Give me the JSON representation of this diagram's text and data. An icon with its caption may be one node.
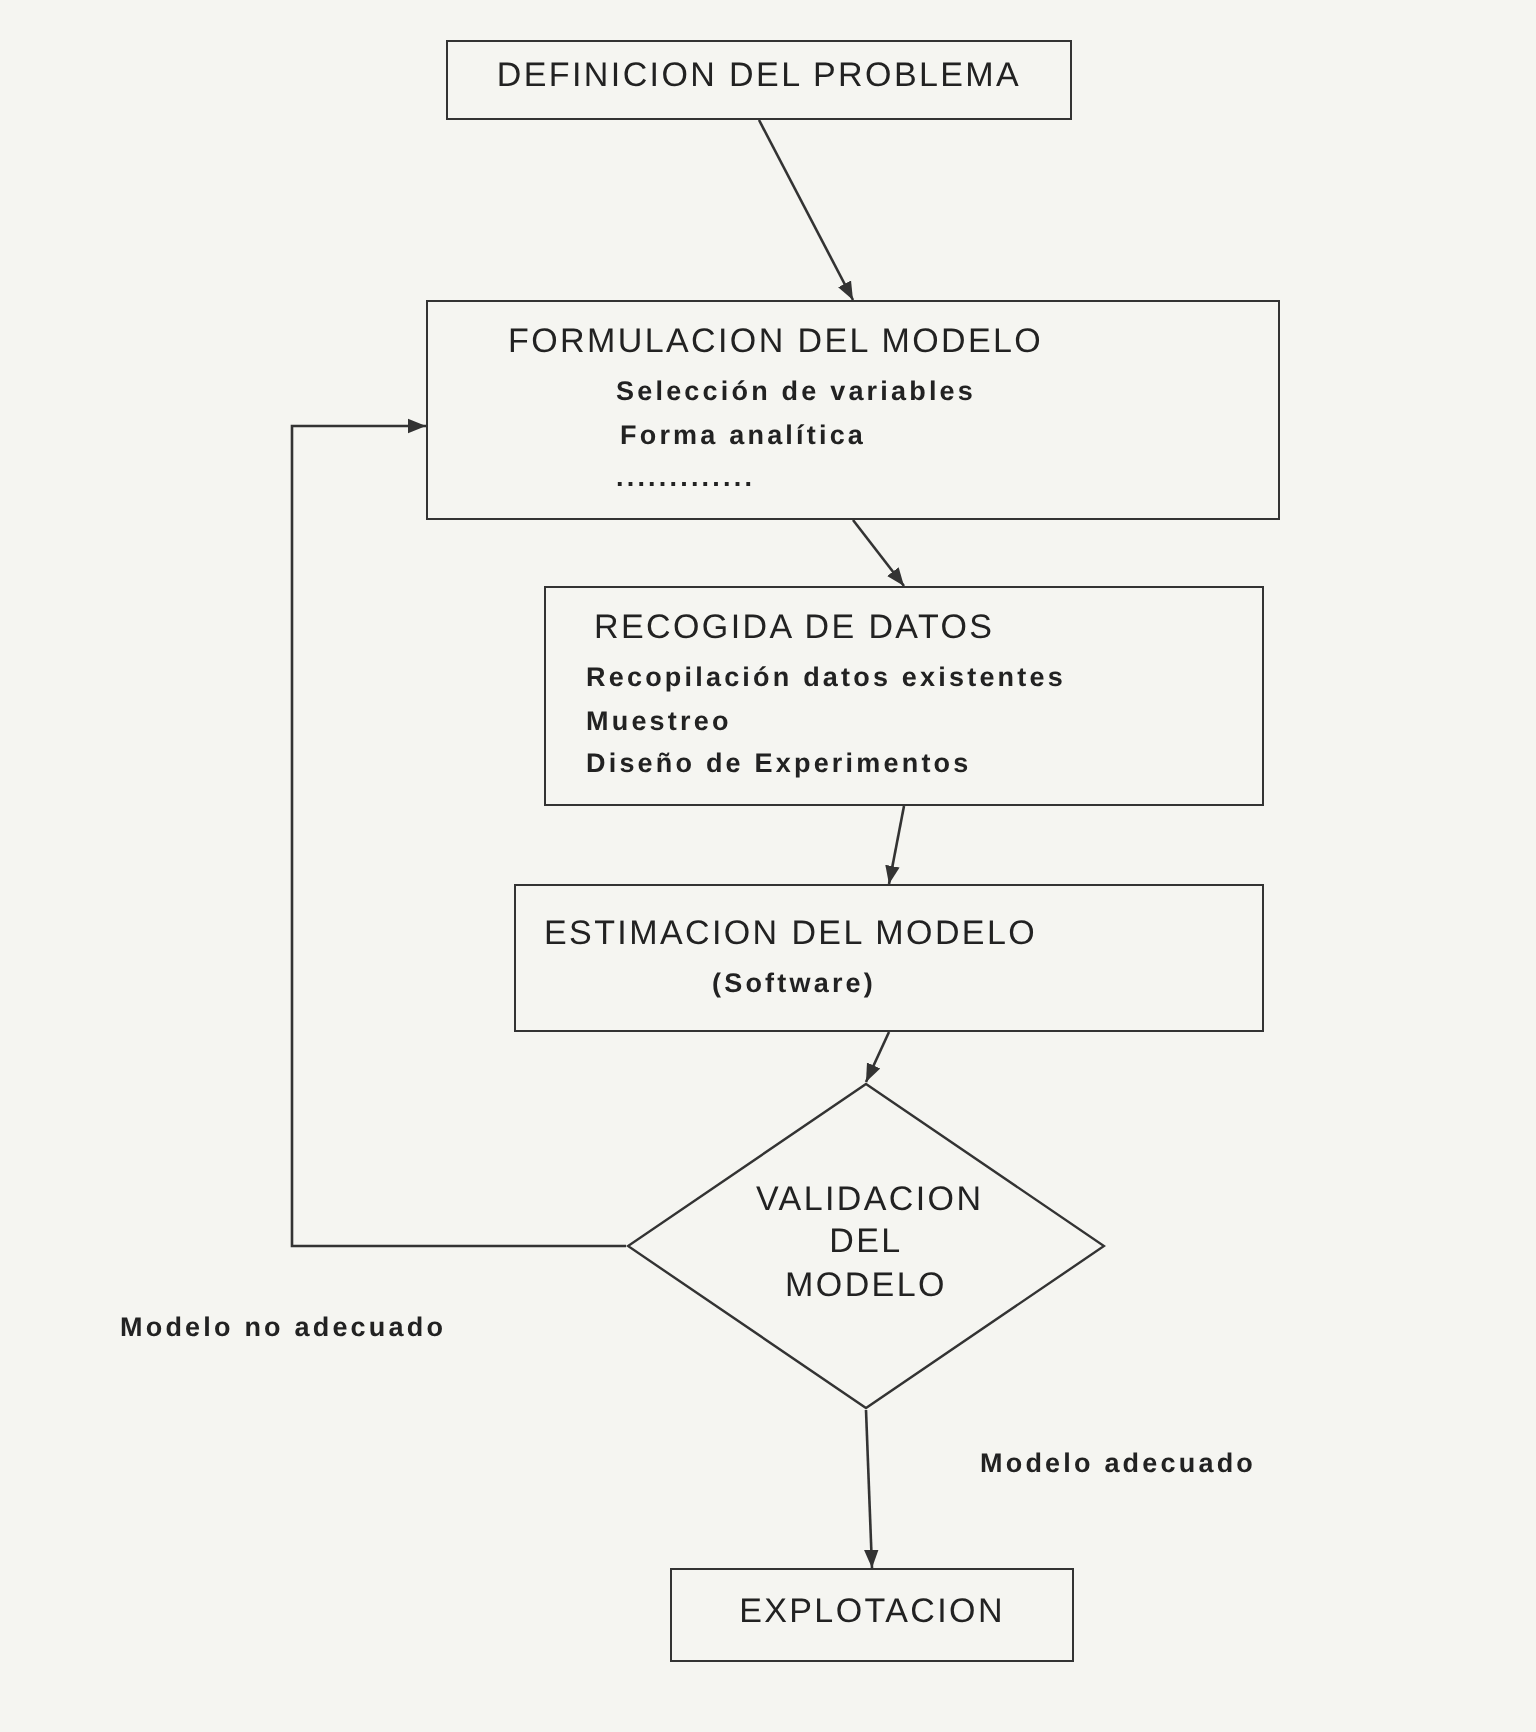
{
  "diagram": {
    "nodes": [
      {
        "text": [
          "DEFINICION DEL PROBLEMA"
        ]
      },
      {
        "text": [
          "FORMULACION DEL MODELO",
          "Selección de variables",
          "Forma analítica",
          "............."
        ]
      },
      {
        "text": [
          "RECOGIDA DE DATOS",
          "Recopilación datos existentes",
          "Muestreo",
          "Diseño de Experimentos"
        ]
      },
      {
        "text": [
          "ESTIMACION DEL MODELO",
          "(Software)"
        ]
      },
      {
        "text": [
          "VALIDACION DEL MODELO"
        ]
      },
      {
        "text": [
          "EXPLOTACION"
        ]
      }
    ],
    "edges": [
      {
        "from": 0,
        "to": 1,
        "arrow": "to"
      },
      {
        "from": 1,
        "to": 2,
        "arrow": "to"
      },
      {
        "from": 2,
        "to": 3,
        "arrow": "to"
      },
      {
        "from": 3,
        "to": 4,
        "arrow": "to"
      },
      {
        "from": 4,
        "to": 1,
        "arrow": "to",
        "label": "Modelo no adecuado"
      },
      {
        "from": 4,
        "to": 5,
        "arrow": "to",
        "label": "Modelo adecuado"
      }
    ]
  }
}
